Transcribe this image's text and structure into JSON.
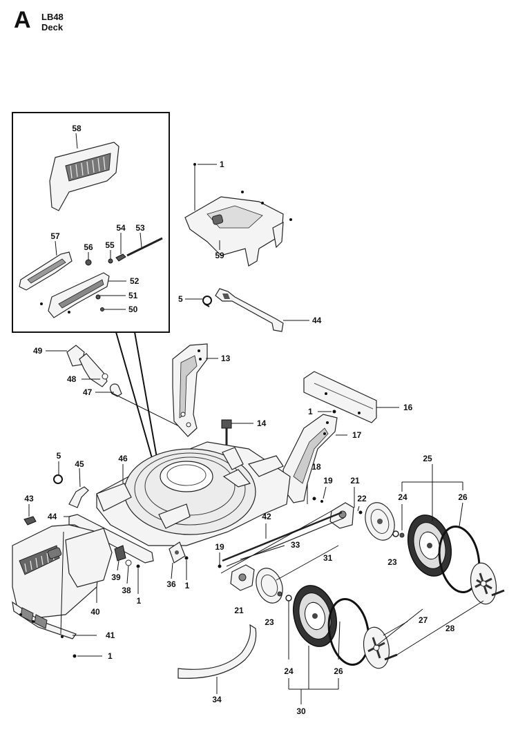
{
  "header": {
    "section_letter": "A",
    "model": "LB48",
    "title": "Deck"
  },
  "callouts": {
    "c58": "58",
    "c57": "57",
    "c56": "56",
    "c55": "55",
    "c54": "54",
    "c53": "53",
    "c52": "52",
    "c51": "51",
    "c50": "50",
    "c1_top": "1",
    "c59": "59",
    "c5_top": "5",
    "c44_top": "44",
    "c49": "49",
    "c48": "48",
    "c47": "47",
    "c13": "13",
    "c14": "14",
    "c16": "16",
    "c1_bracket": "1",
    "c17": "17",
    "c5_left": "5",
    "c45": "45",
    "c46": "46",
    "c18": "18",
    "c19_top": "19",
    "c21_top": "21",
    "c22": "22",
    "c25": "25",
    "c24_right": "24",
    "c26_right": "26",
    "c43": "43",
    "c44_left": "44",
    "c42": "42",
    "c33": "33",
    "c23_right": "23",
    "c19_left": "19",
    "c31": "31",
    "c39": "39",
    "c38": "38",
    "c1_left": "1",
    "c36": "36",
    "c1_mid": "1",
    "c21_bottom": "21",
    "c40": "40",
    "c23_bottom": "23",
    "c27": "27",
    "c28": "28",
    "c41": "41",
    "c1_bottom": "1",
    "c24_bottom": "24",
    "c26_bottom": "26",
    "c34": "34",
    "c30": "30"
  }
}
